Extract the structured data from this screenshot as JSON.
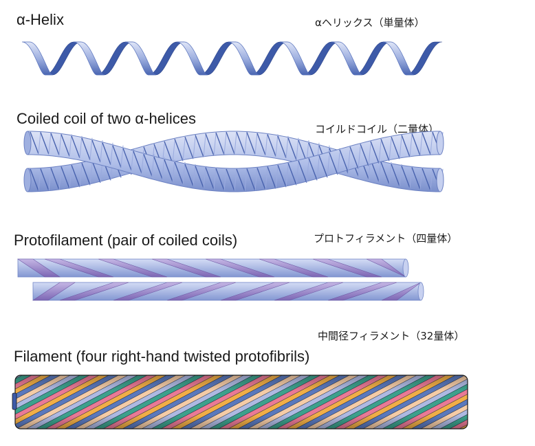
{
  "panels": [
    {
      "label_en": "α-Helix",
      "label_jp": "αヘリックス（単量体）"
    },
    {
      "label_en": "Coiled coil of two α-helices",
      "label_jp": "コイルドコイル（二量体）"
    },
    {
      "label_en": "Protofilament (pair of coiled coils)",
      "label_jp": "プロトフィラメント（四量体）"
    },
    {
      "label_en": "Filament (four right-hand twisted protofibrils)",
      "label_jp": "中間径フィラメント（32量体）"
    }
  ],
  "colors": {
    "helix_light": "#c3cdec",
    "helix_mid": "#8c9fd6",
    "helix_dark": "#3d5aa8",
    "tube": "#b8c4ea",
    "proto_purple": "#9a84c6",
    "proto_blue": "#9fb0e0",
    "filament_strands": [
      "#2f9a84",
      "#e8708e",
      "#f0a83a",
      "#4f6fb8",
      "#f4c8a0",
      "#a8b4e0"
    ]
  }
}
